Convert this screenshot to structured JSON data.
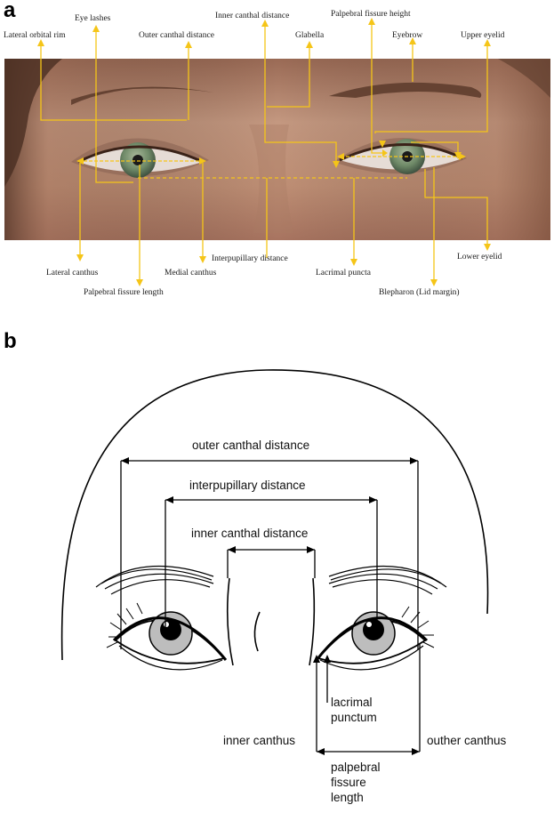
{
  "panel_a": {
    "letter": "a",
    "labels": {
      "lateral_orbital_rim": "Lateral orbital rim",
      "eye_lashes": "Eye lashes",
      "outer_canthal_distance": "Outer canthal distance",
      "inner_canthal_distance": "Inner canthal distance",
      "glabella": "Glabella",
      "palpebral_fissure_height": "Palpebral fissure height",
      "eyebrow": "Eyebrow",
      "upper_eyelid": "Upper eyelid",
      "lateral_canthus": "Lateral canthus",
      "palpebral_fissure_length": "Palpebral fissure length",
      "medial_canthus": "Medial canthus",
      "interpupillary_distance": "Interpupillary distance",
      "lacrimal_puncta": "Lacrimal puncta",
      "blepharon": "Blepharon (Lid margin)",
      "lower_eyelid": "Lower eyelid"
    },
    "colors": {
      "annotation": "#f5c518",
      "skin": "#b88468",
      "iris": "#6f8a68"
    }
  },
  "panel_b": {
    "letter": "b",
    "labels": {
      "outer_canthal_distance": "outer canthal distance",
      "interpupillary_distance": "interpupillary distance",
      "inner_canthal_distance": "inner canthal distance",
      "lacrimal_punctum_1": "lacrimal",
      "lacrimal_punctum_2": "punctum",
      "inner_canthus": "inner canthus",
      "outher_canthus": "outher canthus",
      "palpebral_1": "palpebral",
      "palpebral_2": "fissure",
      "palpebral_3": "length"
    }
  }
}
